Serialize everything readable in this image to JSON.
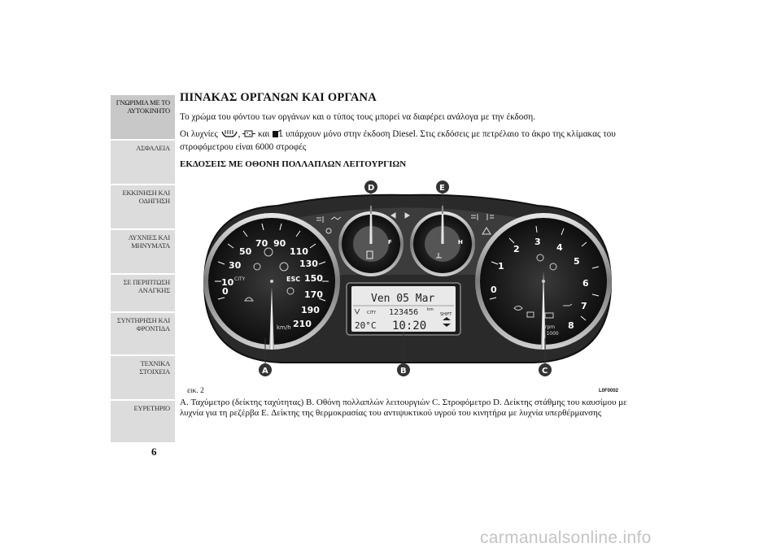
{
  "sidebar": {
    "tabs": [
      {
        "label": "ΓΝΩΡΙΜΙΑ ΜΕ ΤΟ ΑΥΤΟΚΙΝΗΤΟ"
      },
      {
        "label": "ΑΣΦΑΛΕΙΑ"
      },
      {
        "label": "ΕΚΚΙΝΗΣΗ ΚΑΙ ΟΔΗΓΗΣΗ"
      },
      {
        "label": "ΛΥΧΝΙΕΣ ΚΑΙ ΜΗΝΥΜΑΤΑ"
      },
      {
        "label": "ΣΕ ΠΕΡΙΠΤΩΣΗ ΑΝΑΓΚΗΣ"
      },
      {
        "label": "ΣΥΝΤΗΡΗΣΗ ΚΑΙ ΦΡΟΝΤΙΔΑ"
      },
      {
        "label": "ΤΕΧΝΙΚΑ ΣΤΟΙΧΕΙΑ"
      },
      {
        "label": "ΕΥΡΕΤΗΡΙΟ"
      }
    ]
  },
  "page_number": "6",
  "title": "ΠΙΝΑΚΑΣ ΟΡΓΑΝΩΝ ΚΑΙ ΟΡΓΑΝΑ",
  "intro": "Το χρώμα του φόντου των οργάνων και ο τύπος τους μπορεί να διαφέρει ανάλογα με την έκδοση.",
  "lamps_text": {
    "prefix": "Οι λυχνίες",
    "sep1": ",",
    "sep2": "και",
    "rest": "υπάρχουν μόνο στην έκδοση Diesel. Στις εκδόσεις με πετρέλαιο το άκρο της κλίμακας του στροφόμετρου είναι 6000 στροφές"
  },
  "subtitle": "ΕΚΔΟΣΕΙΣ ΜΕ ΟΘΟΝΗ ΠΟΛΛΑΠΛΩΝ ΛΕΙΤΟΥΡΓΙΩΝ",
  "figure": {
    "label": "εικ. 2",
    "code": "L0F0002",
    "callouts": [
      "A",
      "B",
      "C",
      "D",
      "E"
    ],
    "speedometer": {
      "ticks": [
        "0",
        "10",
        "30",
        "50",
        "70",
        "90",
        "110",
        "130",
        "150",
        "170",
        "190",
        "210"
      ],
      "unit": "km/h",
      "labels": [
        "CITY",
        "ESC"
      ]
    },
    "tachometer": {
      "ticks": [
        "0",
        "1",
        "2",
        "3",
        "4",
        "5",
        "6",
        "7",
        "8"
      ],
      "unit": "rpm",
      "multiplier": "x 1000"
    },
    "fuel_gauge": {
      "mark": "F"
    },
    "temp_gauge": {
      "mark": "H"
    },
    "display": {
      "date": "Ven 05 Mar",
      "mode": "CITY",
      "odometer": "123456",
      "odo_unit": "km",
      "temperature": "20°C",
      "time": "10:20",
      "shift": "SHIFT"
    }
  },
  "caption": "A. Ταχύμετρο (δείκτης ταχύτητας) B. Οθόνη πολλαπλών λειτουργιών C. Στροφόμετρο D. Δείκτης στάθμης του καυσίμου με λυχνία για τη ρεζέρβα E. Δείκτης της θερμοκρασίας του αντιψυκτικού υγρού του κινητήρα με λυχνία υπερθέρμανσης",
  "watermark": "carmanualsonline.info"
}
